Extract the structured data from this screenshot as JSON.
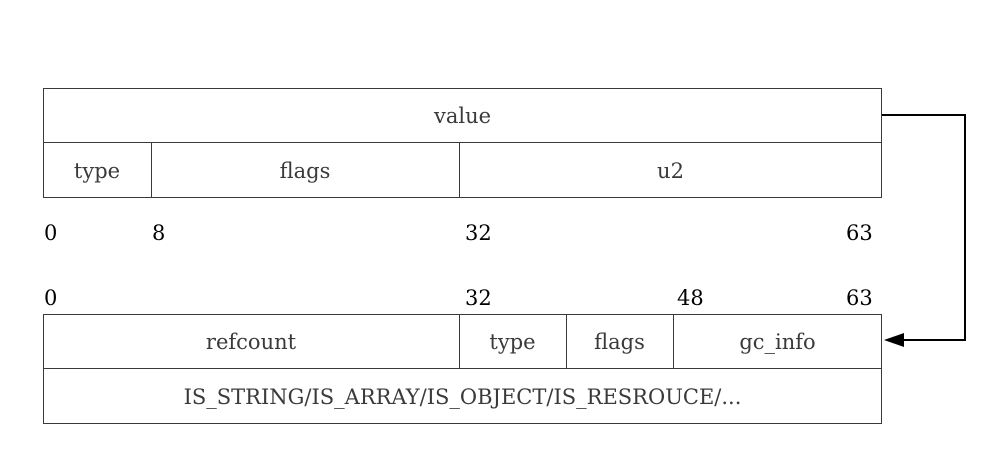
{
  "zval": {
    "value_label": "value",
    "type_label": "type",
    "flags_label": "flags",
    "u2_label": "u2",
    "bits": [
      "0",
      "8",
      "32",
      "63"
    ]
  },
  "zend_refcounted": {
    "bits": [
      "0",
      "32",
      "48",
      "63"
    ],
    "refcount_label": "refcount",
    "type_label": "type",
    "flags_label": "flags",
    "gc_info_label": "gc_info",
    "types_label": "IS_STRING/IS_ARRAY/IS_OBJECT/IS_RESROUCE/..."
  }
}
